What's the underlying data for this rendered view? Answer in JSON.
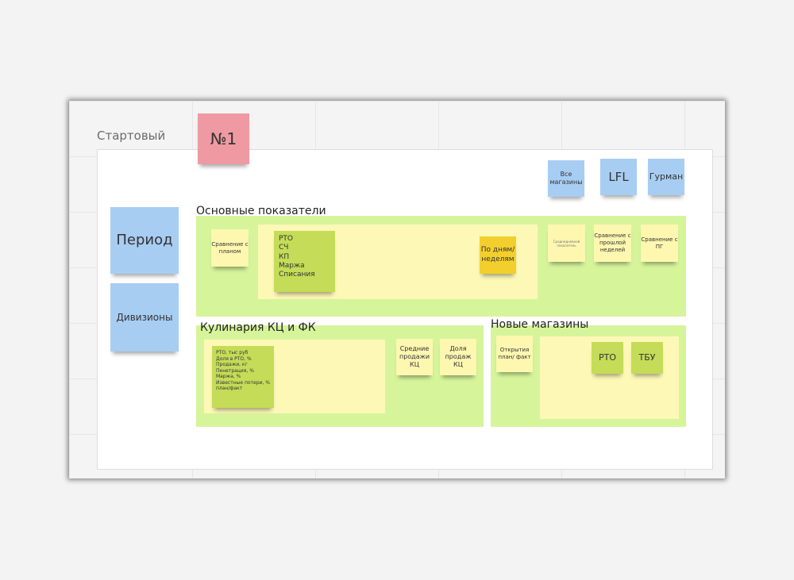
{
  "board": {
    "title": "Стартовый",
    "badge": "№1"
  },
  "top_notes": {
    "all_stores": "Все магазины",
    "lfl": "LFL",
    "gourmet": "Гурман"
  },
  "left_notes": {
    "period": "Период",
    "divisions": "Дивизионы"
  },
  "sections": {
    "main": {
      "title": "Основные показатели",
      "plan": "Сравнение с планом",
      "metrics": "РТО\nСЧ\nКП\nМаржа\nСписания",
      "by_days": "По дням/ неделям",
      "avg_daily": "Среднедневной показатель",
      "prev_week": "Сравнение с прошлой неделей",
      "py": "Сравнение с ПГ"
    },
    "culinary": {
      "title": "Кулинария КЦ и ФК",
      "metrics": "РТО, тыс руб\nДоля в РТО, %\nПродажи, кг\nПенетрация, %\nМаржа, %\nИзвестные потери, % план/факт",
      "avg_sales": "Средние продажи КЦ",
      "share_sales": "Доля продаж КЦ"
    },
    "new_stores": {
      "title": "Новые магазины",
      "openings": "Открытия план/ факт",
      "rto": "РТО",
      "tbu": "ТБУ"
    }
  }
}
